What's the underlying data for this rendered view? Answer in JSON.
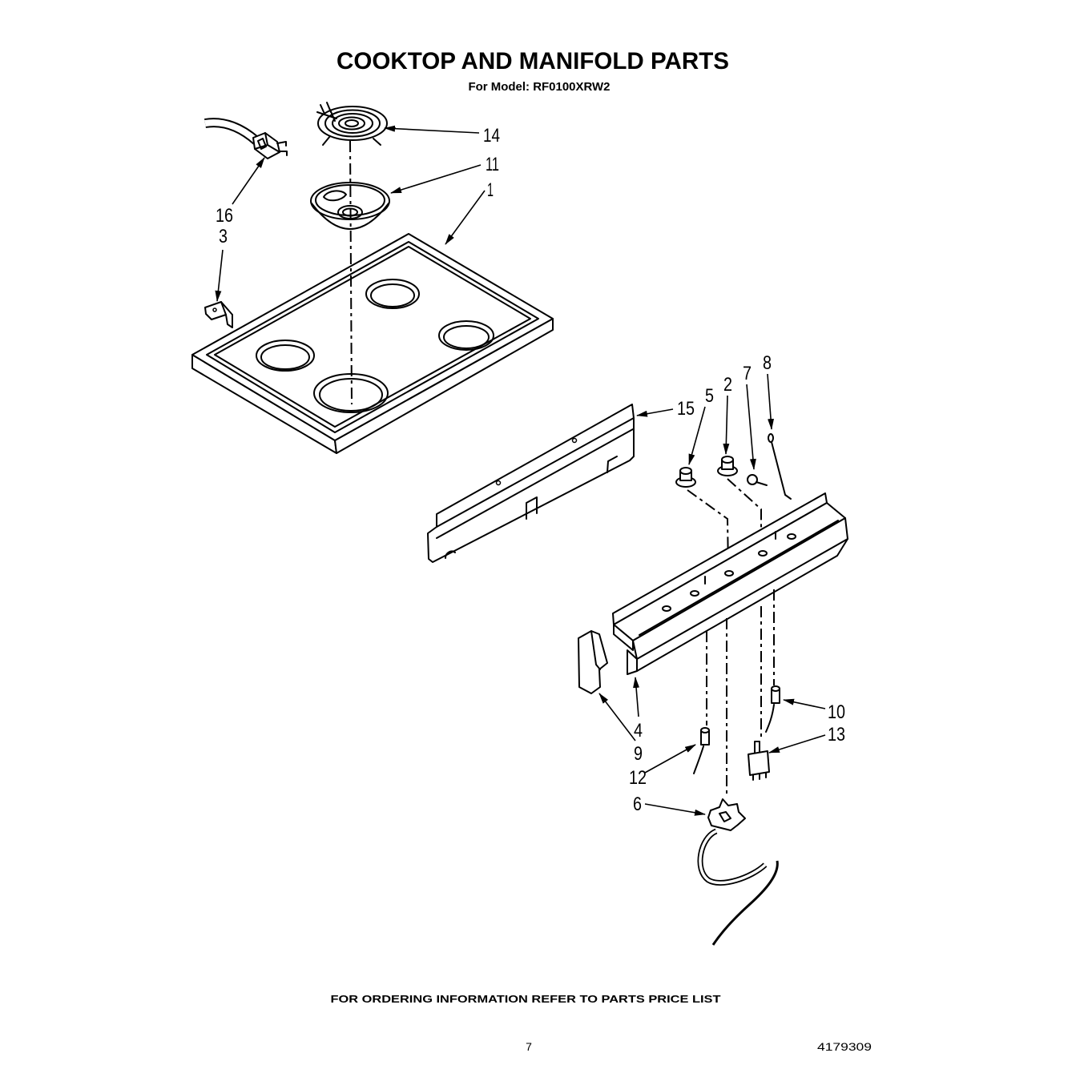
{
  "title": "COOKTOP AND MANIFOLD PARTS",
  "subtitle": "For Model: RF0100XRW2",
  "callouts": [
    "14",
    "11",
    "1",
    "16",
    "3",
    "15",
    "5",
    "2",
    "7",
    "8",
    "4",
    "9",
    "12",
    "10",
    "13",
    "6"
  ],
  "footer": "FOR ORDERING INFORMATION REFER TO PARTS PRICE LIST",
  "page_number": "7",
  "document_number": "4179309"
}
